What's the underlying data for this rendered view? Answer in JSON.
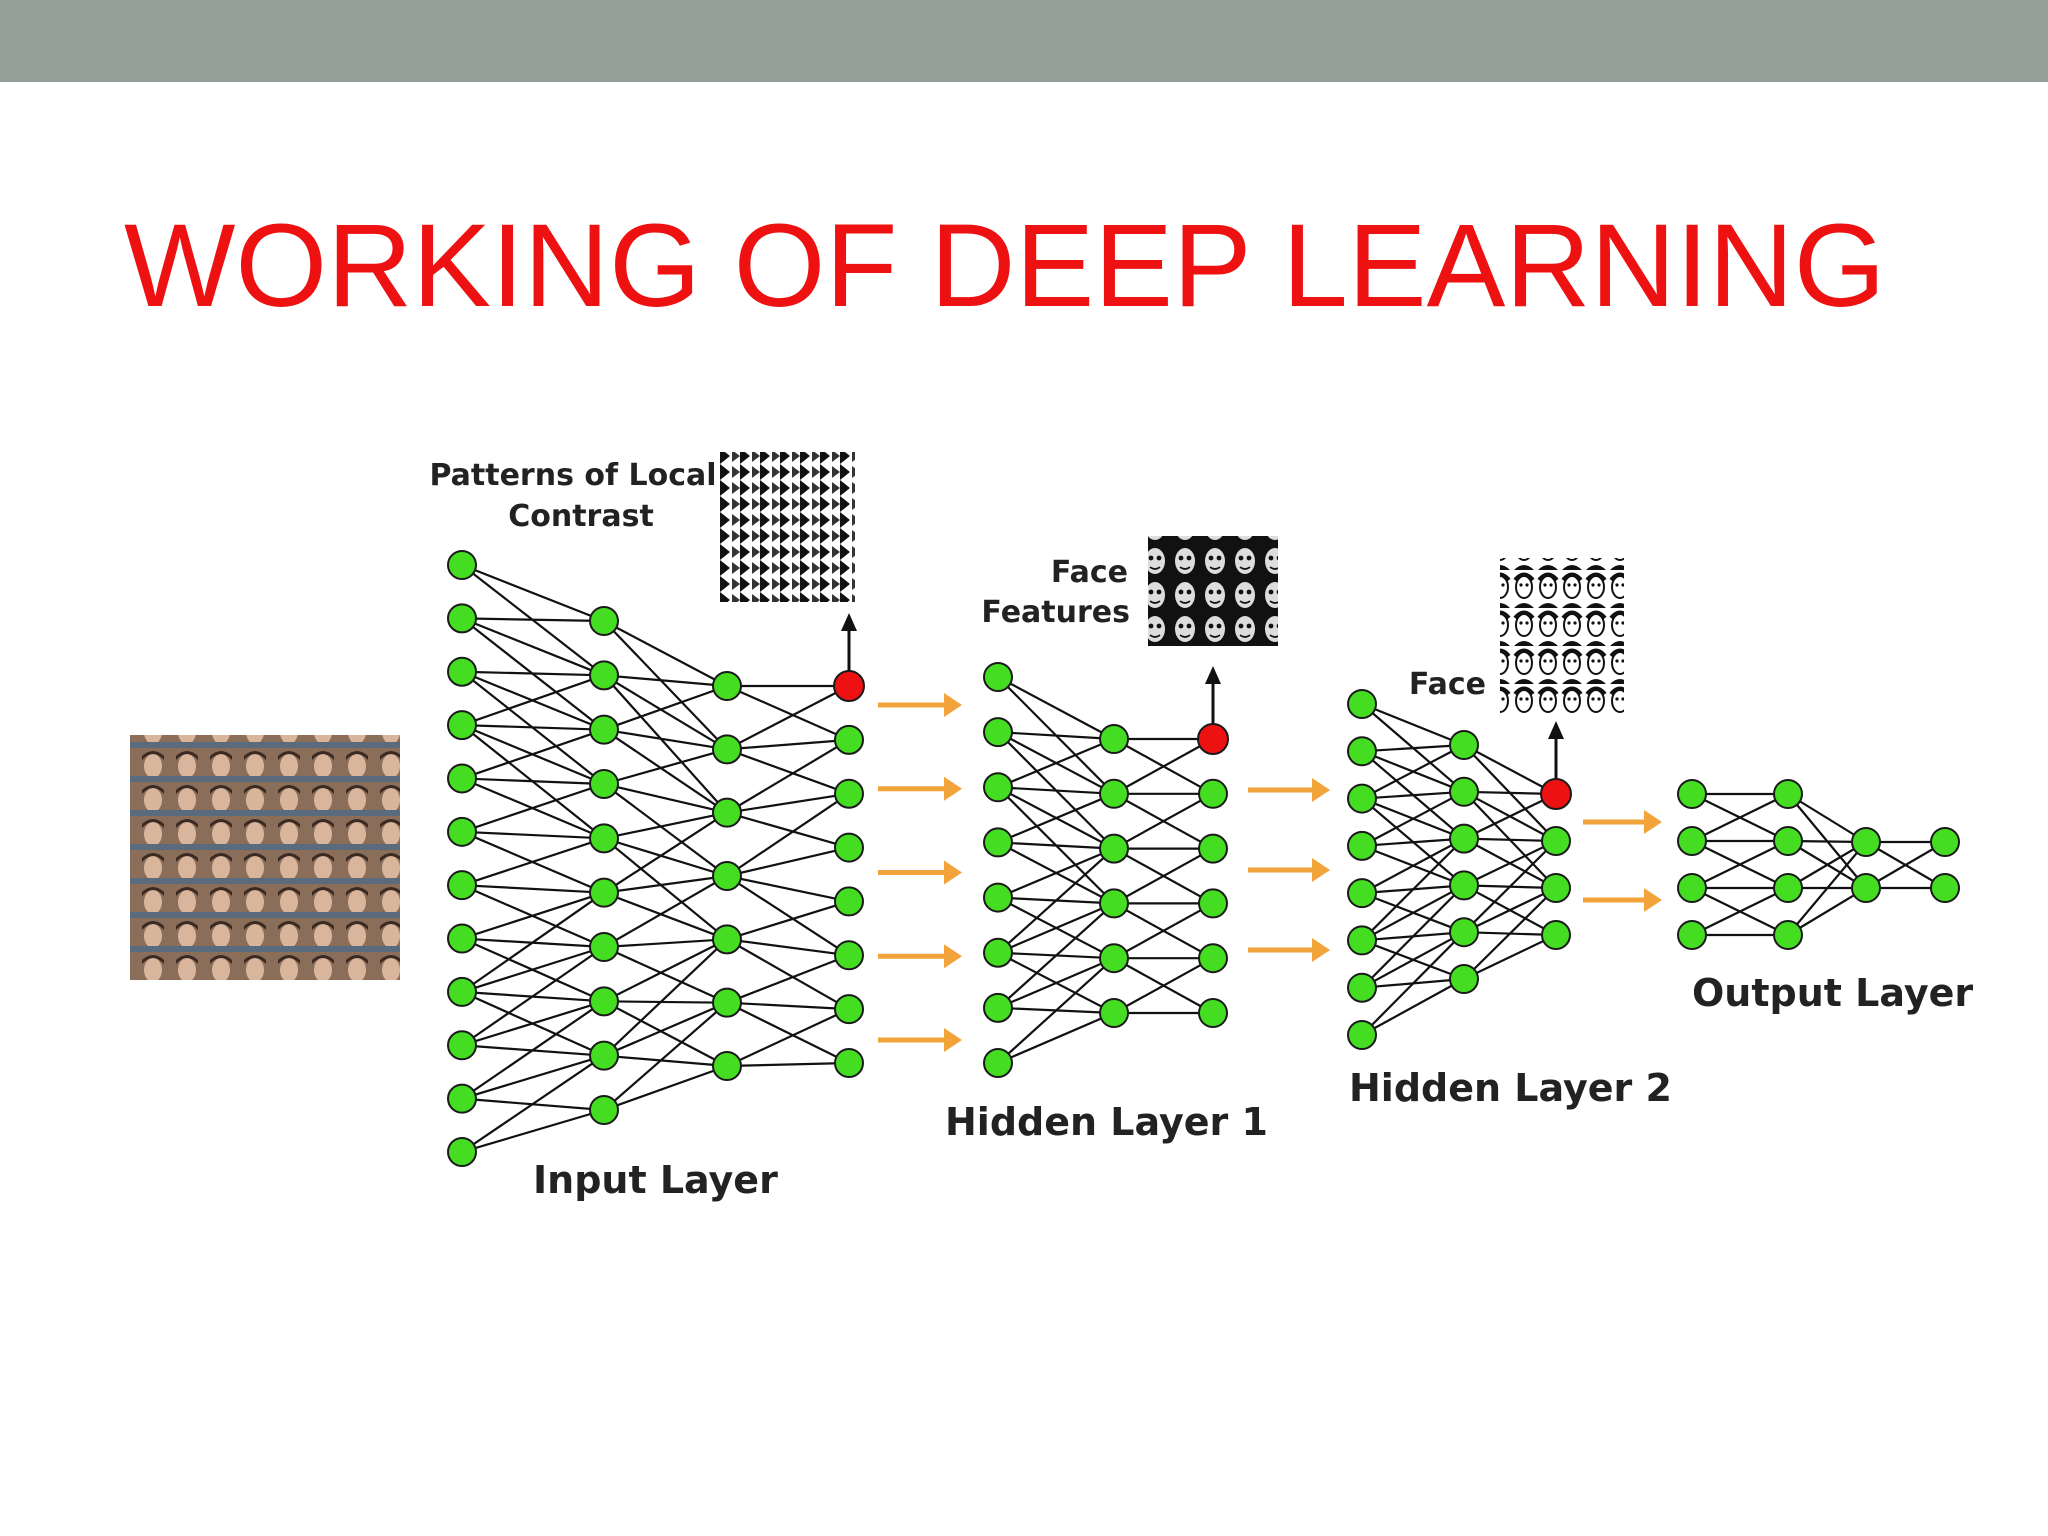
{
  "slide": {
    "title": "WORKING OF DEEP LEARNING",
    "title_color": "#ee1111",
    "header_bar_color": "#949f97"
  },
  "diagram": {
    "labels": {
      "local_contrast_line1": "Patterns of Local",
      "local_contrast_line2": "Contrast",
      "face_features_line1": "Face",
      "face_features_line2": "Features",
      "face": "Face",
      "input_layer": "Input Layer",
      "hidden_layer_1": "Hidden Layer 1",
      "hidden_layer_2": "Hidden Layer 2",
      "output_layer": "Output Layer"
    },
    "colors": {
      "node": "#44dd22",
      "highlight_node": "#ee1111",
      "connection": "#111111",
      "flow_arrow": "#f2a33a"
    },
    "stages": [
      {
        "layers": [
          12,
          10,
          7,
          8
        ],
        "highlight_top_of_last": true
      },
      {
        "layers": [
          8,
          6,
          6
        ],
        "highlight_top_of_last": true
      },
      {
        "layers": [
          8,
          6,
          4
        ],
        "highlight_top_of_last": true
      },
      {
        "layers": [
          4,
          4,
          2,
          2
        ],
        "highlight_top_of_last": false
      }
    ],
    "flow_arrow_counts": [
      5,
      3,
      2
    ]
  }
}
